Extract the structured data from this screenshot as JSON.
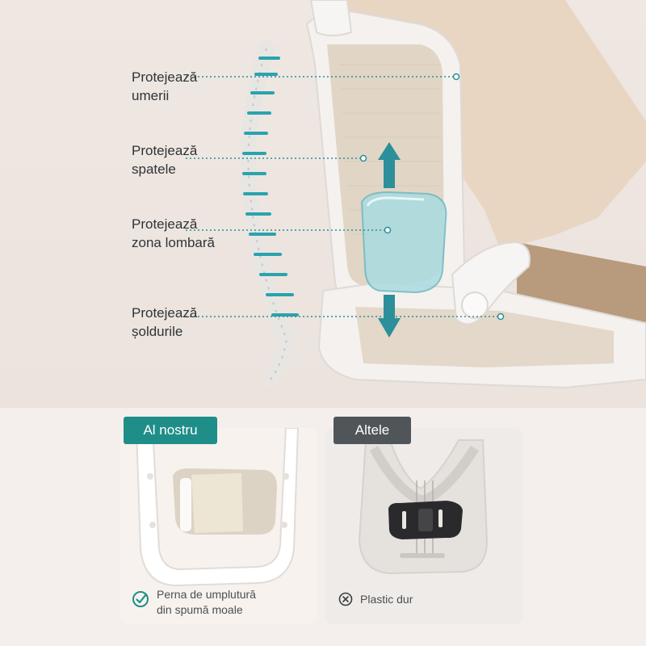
{
  "callouts": [
    {
      "line1": "Protejează",
      "line2": "umerii"
    },
    {
      "line1": "Protejează",
      "line2": "spatele"
    },
    {
      "line1": "Protejează",
      "line2": "zona lombară"
    },
    {
      "line1": "Protejează",
      "line2": "șoldurile"
    }
  ],
  "comparison": {
    "ours": {
      "badge": "Al nostru",
      "caption_line1": "Perna de umplutură",
      "caption_line2": "din spumă moale",
      "icon": "check-circle-icon",
      "color": "#1f8e89"
    },
    "other": {
      "badge": "Altele",
      "caption": "Plastic dur",
      "icon": "x-circle-icon",
      "color": "#505559"
    }
  },
  "colors": {
    "accent": "#1f8e89",
    "background": "#efe7e2"
  }
}
